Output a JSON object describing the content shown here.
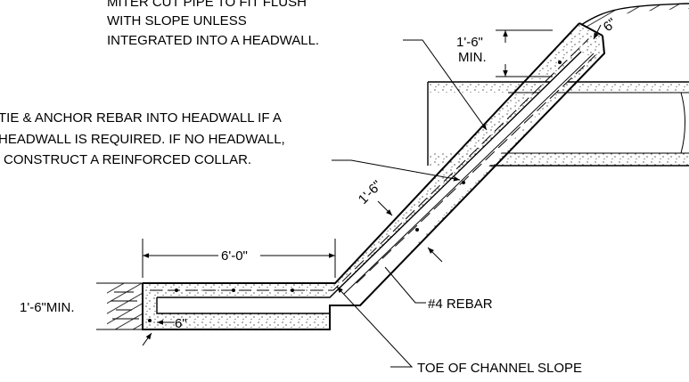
{
  "notes": {
    "miter_line1": "MITER CUT PIPE TO FIT FLUSH",
    "miter_line2": "WITH SLOPE UNLESS",
    "miter_line3": "INTEGRATED  INTO A HEADWALL.",
    "tie_line1": "TIE & ANCHOR REBAR INTO HEADWALL  IF A",
    "tie_line2": "HEADWALL IS REQUIRED. IF NO HEADWALL,",
    "tie_line3": "CONSTRUCT A REINFORCED COLLAR.",
    "rebar": "#4 REBAR",
    "toe": "TOE OF CHANNEL SLOPE"
  },
  "dimensions": {
    "top_depth_line1": "1'-6\"",
    "top_depth_line2": "MIN.",
    "top_thickness": "6\"",
    "slope_width": "1'-6\"",
    "apron_length": "6'-0\"",
    "toe_depth": "1'-6\"MIN.",
    "toe_thickness": "6\""
  },
  "colors": {
    "line": "#000000",
    "background": "#ffffff"
  }
}
